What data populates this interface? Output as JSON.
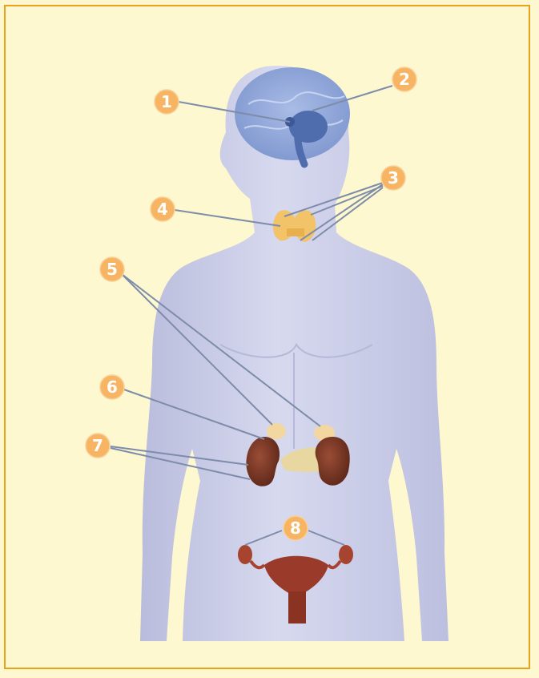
{
  "callouts": [
    {
      "id": "1"
    },
    {
      "id": "2"
    },
    {
      "id": "3"
    },
    {
      "id": "4"
    },
    {
      "id": "5"
    },
    {
      "id": "6"
    },
    {
      "id": "7"
    },
    {
      "id": "8"
    }
  ],
  "colors": {
    "background": "#fdf8cf",
    "border": "#e7a31c",
    "badge": "#f7b463",
    "body": "#c9cce6",
    "brain": "#9aaedc",
    "thyroid": "#f3c36a",
    "kidney": "#6e3222",
    "pancreas": "#e8d7a1",
    "uterus": "#9a3a2a"
  }
}
